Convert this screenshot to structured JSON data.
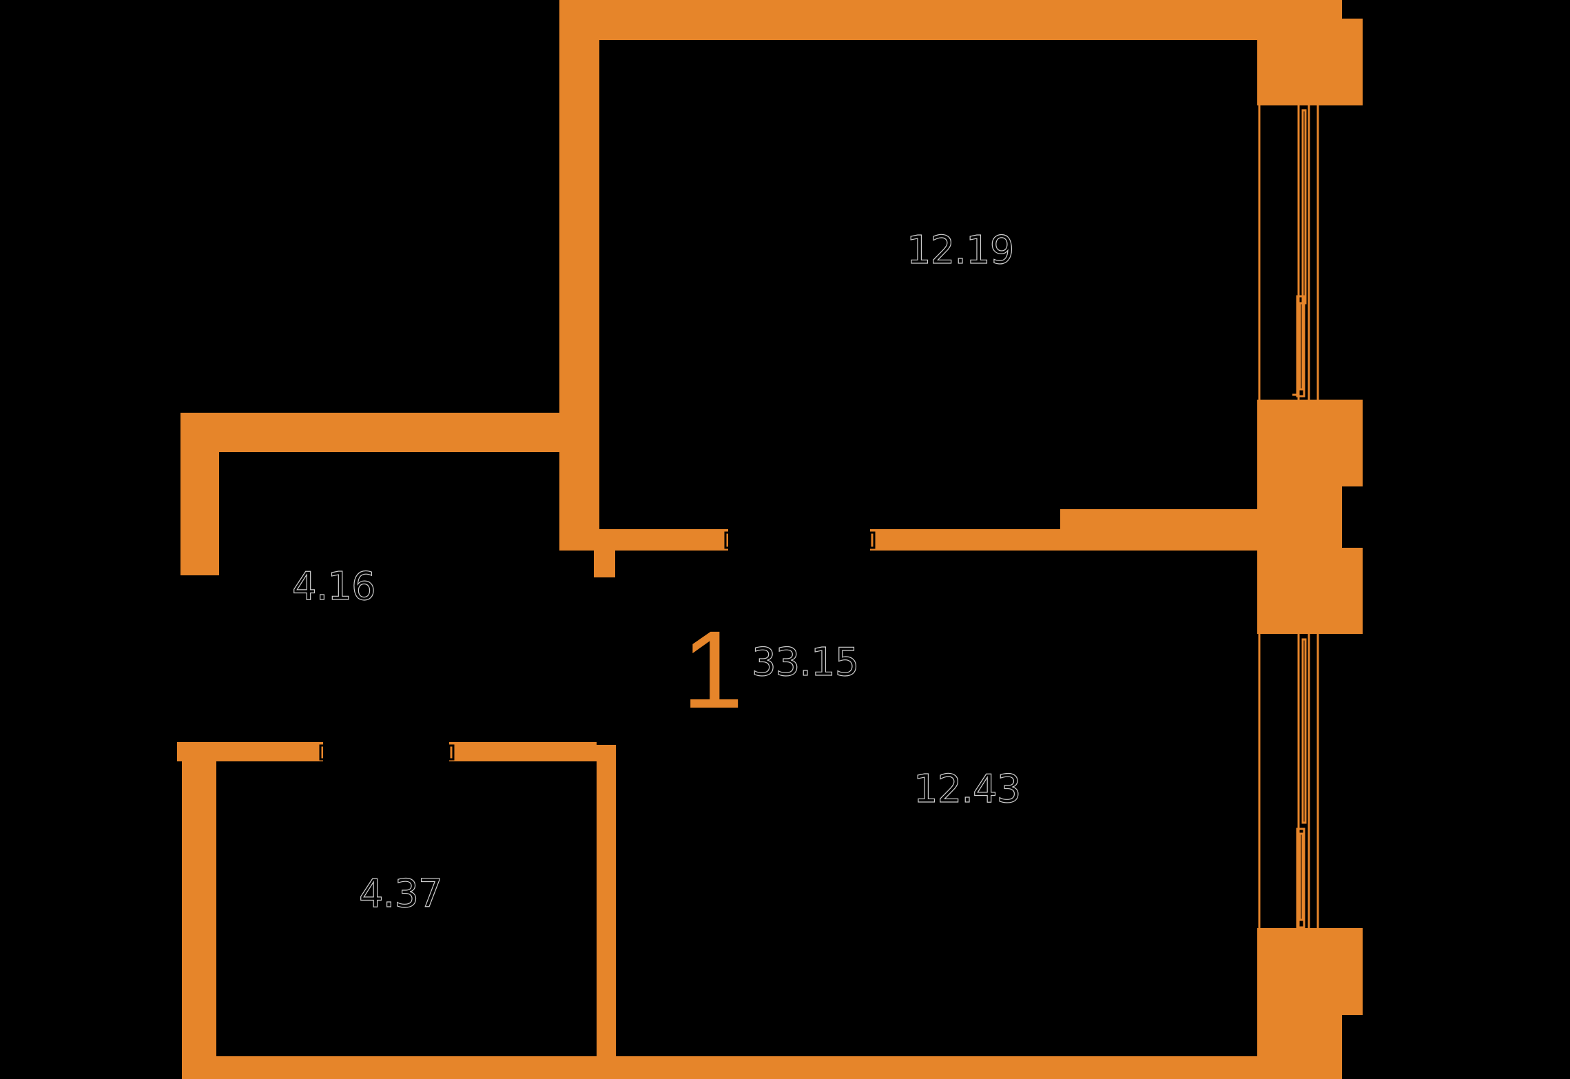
{
  "plan": {
    "apartment_number": "1",
    "total_area": "33.15",
    "wall_color": "#E6852A",
    "background_color": "#000000",
    "rooms": [
      {
        "id": "room-top-right",
        "area": "12.19"
      },
      {
        "id": "room-bottom-right",
        "area": "12.43"
      },
      {
        "id": "room-hall",
        "area": "4.16"
      },
      {
        "id": "room-bathroom",
        "area": "4.37"
      }
    ]
  }
}
